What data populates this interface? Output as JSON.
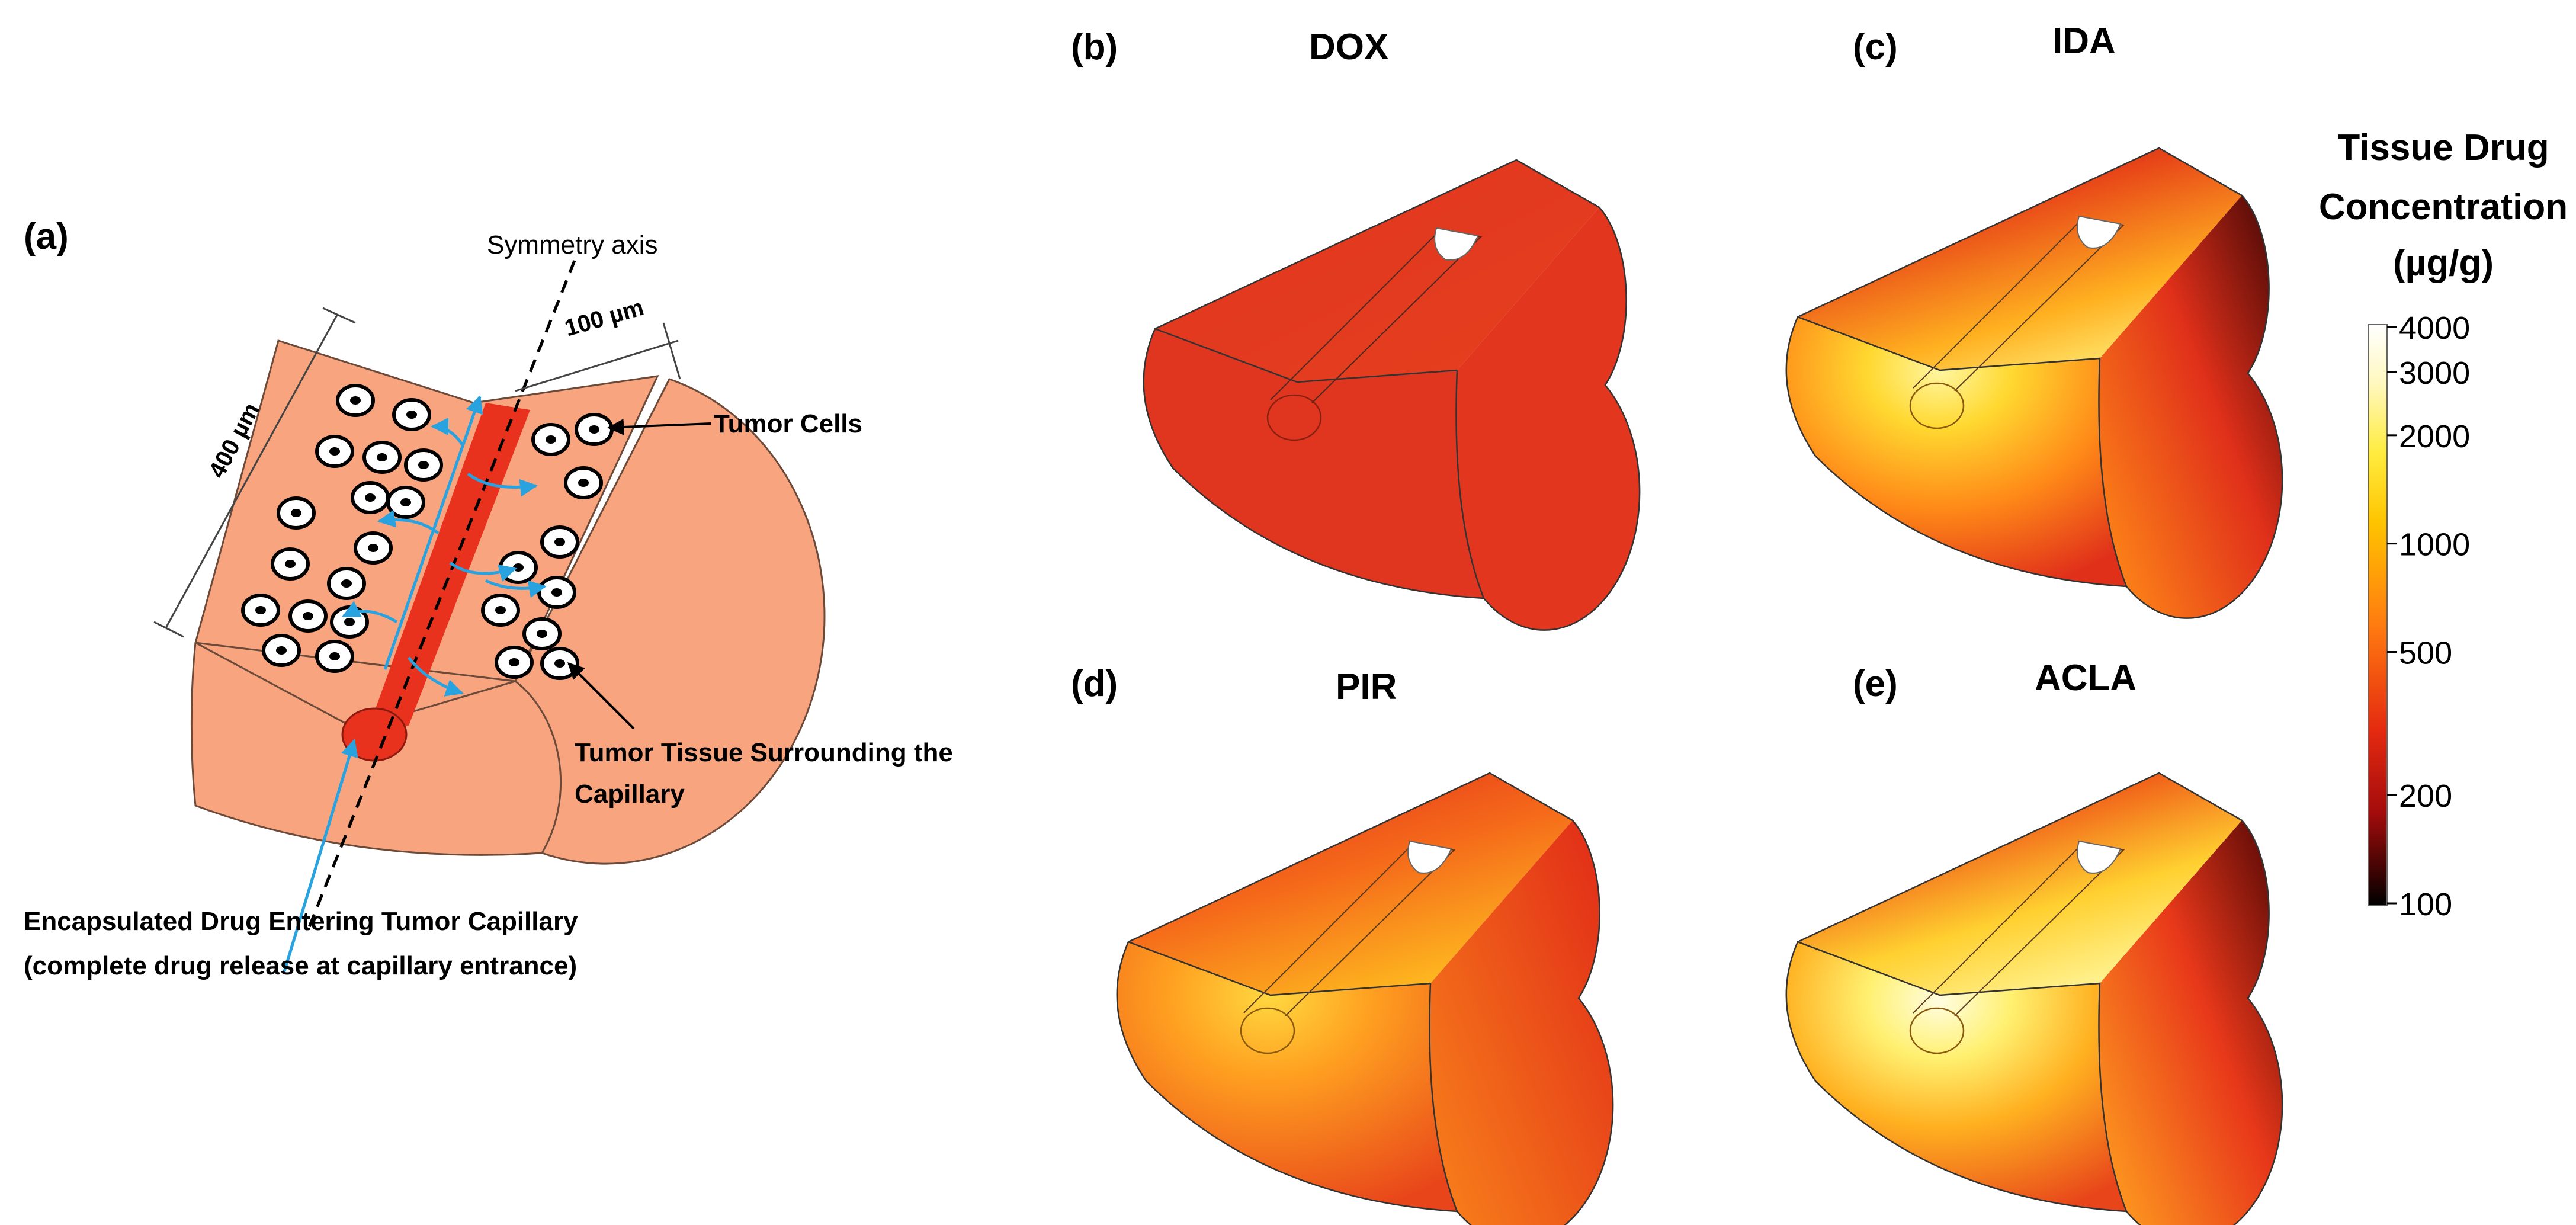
{
  "panel_a": {
    "label": "(a)",
    "symmetry_axis": "Symmetry axis",
    "width_dim": "100 µm",
    "length_dim": "400 µm",
    "tumor_cells": "Tumor Cells",
    "tissue_line1": "Tumor Tissue Surrounding the",
    "tissue_line2": "Capillary",
    "drug_line1": "Encapsulated Drug   Entering Tumor Capillary",
    "drug_line2": "(complete drug release at capillary entrance)"
  },
  "panels": [
    {
      "label": "(b)",
      "drug": "DOX"
    },
    {
      "label": "(c)",
      "drug": "IDA"
    },
    {
      "label": "(d)",
      "drug": "PIR"
    },
    {
      "label": "(e)",
      "drug": "ACLA"
    }
  ],
  "colorbar": {
    "title_line1": "Tissue Drug",
    "title_line2": "Concentration",
    "title_line3": "(µg/g)",
    "ticks": [
      "4000",
      "3000",
      "2000",
      "1000",
      "500",
      "200",
      "100"
    ]
  },
  "colors": {
    "tissue": "#f8a57f",
    "capillary": "#e8321e",
    "arrow": "#29a3e0"
  }
}
